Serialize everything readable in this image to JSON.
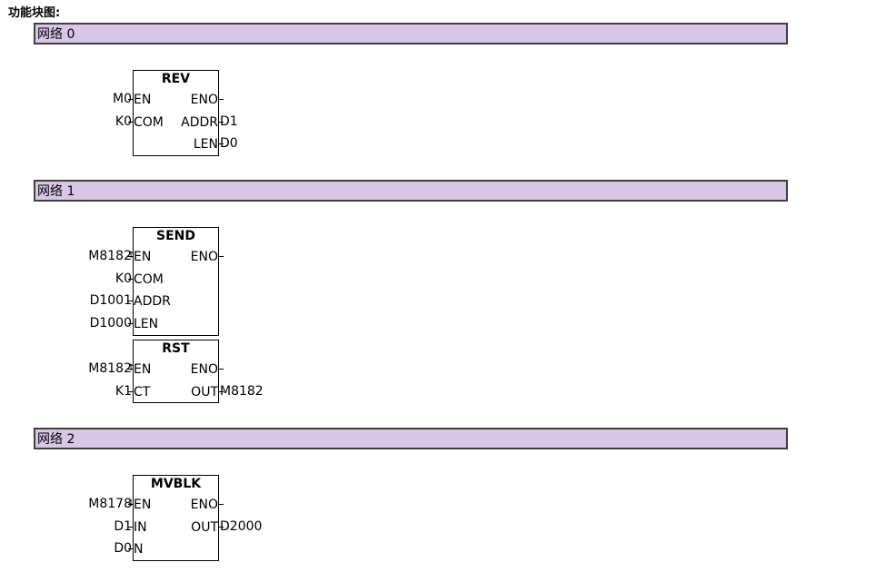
{
  "title": "功能块图:",
  "networks": [
    {
      "label": "网络 0"
    },
    {
      "label": "网络 1"
    },
    {
      "label": "网络 2"
    }
  ],
  "blocks": [
    {
      "name": "REV",
      "inputs": [
        {
          "pin": "EN",
          "operand": "M0",
          "edge": ""
        },
        {
          "pin": "COM",
          "operand": "K0",
          "edge": ""
        }
      ],
      "outputs": [
        {
          "pin": "ENO",
          "operand": ""
        },
        {
          "pin": "ADDR",
          "operand": "D1"
        },
        {
          "pin": "LEN",
          "operand": "D0"
        }
      ]
    },
    {
      "name": "SEND",
      "inputs": [
        {
          "pin": "EN",
          "operand": "M8182",
          "edge": "↑"
        },
        {
          "pin": "COM",
          "operand": "K0",
          "edge": ""
        },
        {
          "pin": "ADDR",
          "operand": "D1001",
          "edge": ""
        },
        {
          "pin": "LEN",
          "operand": "D1000",
          "edge": ""
        }
      ],
      "outputs": [
        {
          "pin": "ENO",
          "operand": ""
        }
      ]
    },
    {
      "name": "RST",
      "inputs": [
        {
          "pin": "EN",
          "operand": "M8182",
          "edge": "↑"
        },
        {
          "pin": "CT",
          "operand": "K1",
          "edge": ""
        }
      ],
      "outputs": [
        {
          "pin": "ENO",
          "operand": ""
        },
        {
          "pin": "OUT",
          "operand": "M8182"
        }
      ]
    },
    {
      "name": "MVBLK",
      "inputs": [
        {
          "pin": "EN",
          "operand": "M8178",
          "edge": "↓"
        },
        {
          "pin": "IN",
          "operand": "D1",
          "edge": ""
        },
        {
          "pin": "N",
          "operand": "D0",
          "edge": ""
        }
      ],
      "outputs": [
        {
          "pin": "ENO",
          "operand": ""
        },
        {
          "pin": "OUT",
          "operand": "D2000"
        }
      ]
    }
  ],
  "colors": {
    "network_header_bg": "#d7c6e6",
    "network_header_border": "#404040"
  }
}
